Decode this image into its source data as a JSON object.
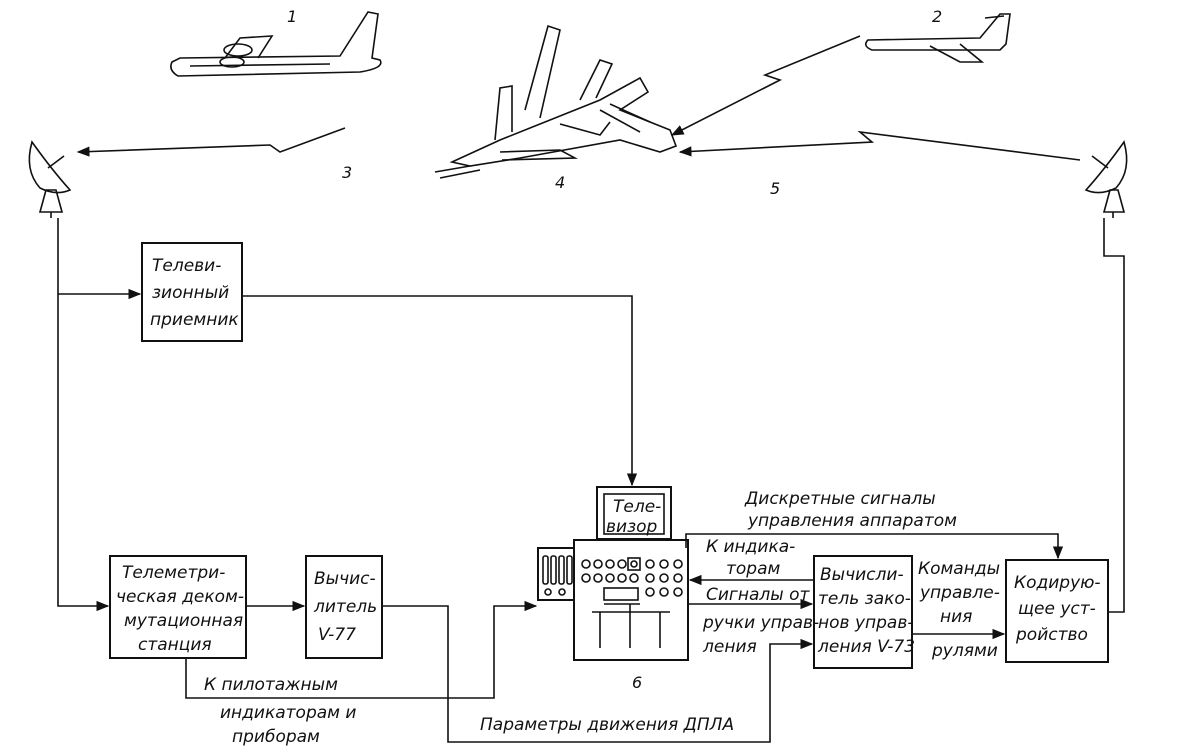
{
  "labels": {
    "aircraft_1": "1",
    "aircraft_2": "2",
    "link_3": "3",
    "rpv_4": "4",
    "link_5": "5",
    "station_6": "6"
  },
  "blocks": {
    "tv_receiver": [
      "Телеви-",
      "зионный",
      "приемник"
    ],
    "telemetry_station": [
      "Телеметри-",
      "ческая деком-",
      "мутационная",
      "станция"
    ],
    "computer_v77": [
      "Вычис-",
      "литель",
      "V-77"
    ],
    "tv_set": [
      "Теле-",
      "визор"
    ],
    "control_law_computer": [
      "Вычисли-",
      "тель зако-",
      "нов управ-",
      "ления V-73"
    ],
    "encoder": [
      "Кодирую-",
      "щее уст-",
      "ройство"
    ]
  },
  "annotations": {
    "discrete_signals": [
      "Дискретные сигналы",
      "управления аппаратом"
    ],
    "to_indicators": [
      "К индика-",
      "торам"
    ],
    "stick_signals": [
      "Сигналы от",
      "ручки управ-",
      "ления"
    ],
    "control_commands": [
      "Команды",
      "управле-",
      "ния",
      "рулями"
    ],
    "to_flight_indicators": [
      "К пилотажным",
      "индикаторам и",
      "приборам"
    ],
    "motion_parameters": "Параметры движения ДПЛА"
  }
}
